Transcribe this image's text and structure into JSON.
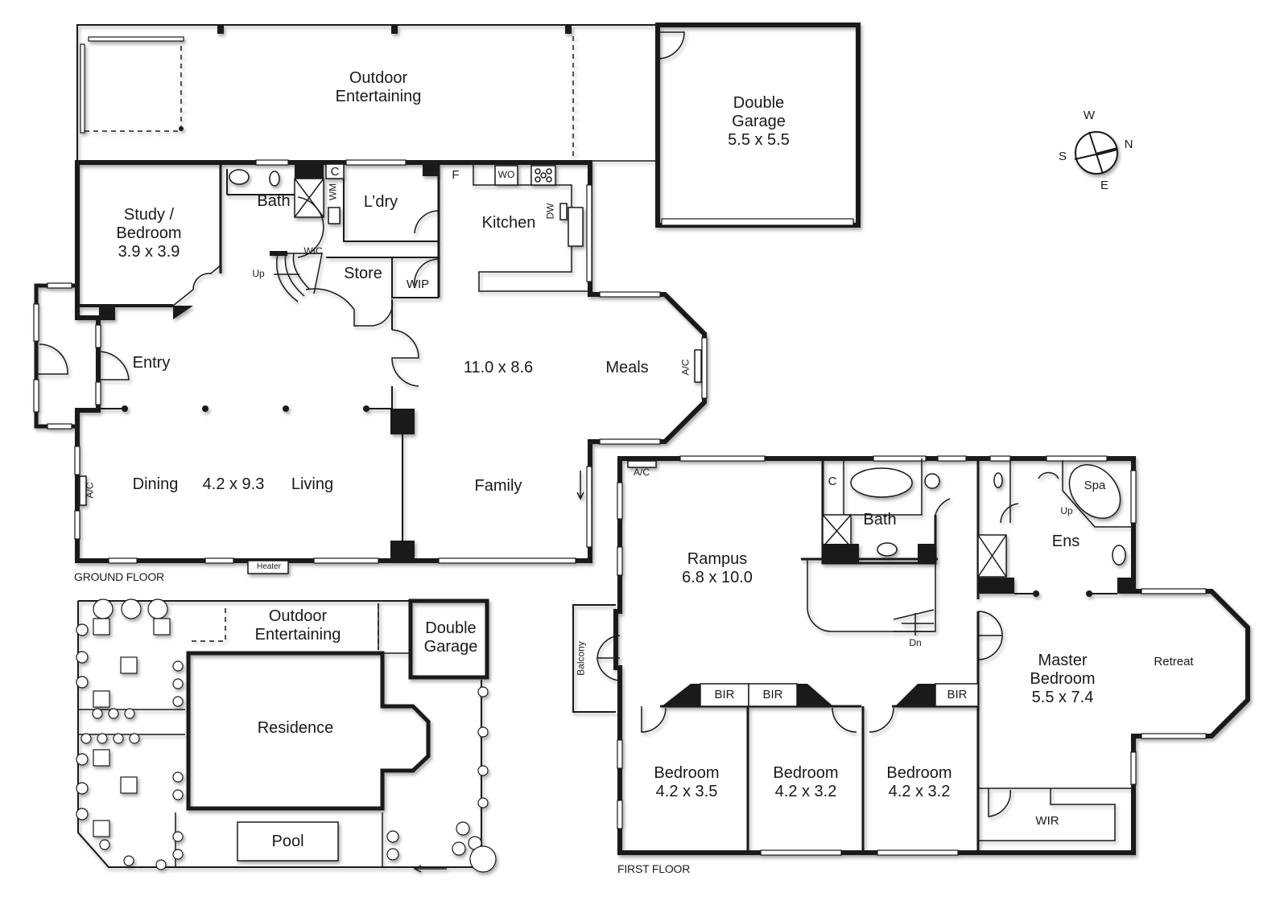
{
  "plans": {
    "ground_floor": {
      "caption": "GROUND FLOOR",
      "rooms": {
        "outdoor_entertaining": {
          "name": "Outdoor",
          "name2": "Entertaining"
        },
        "double_garage": {
          "name": "Double",
          "name2": "Garage",
          "size": "5.5 x 5.5"
        },
        "study": {
          "name": "Study /",
          "name2": "Bedroom",
          "size": "3.9 x 3.9"
        },
        "bath": {
          "name": "Bath"
        },
        "laundry": {
          "name": "L’dry"
        },
        "kitchen": {
          "name": "Kitchen"
        },
        "store": {
          "name": "Store"
        },
        "wip": {
          "name": "WIP"
        },
        "wic": {
          "name": "WIC"
        },
        "entry": {
          "name": "Entry"
        },
        "dining": {
          "name": "Dining"
        },
        "dining_living_size": {
          "size": "4.2 x 9.3"
        },
        "living": {
          "name": "Living"
        },
        "family_meals_size": {
          "size": "11.0 x 8.6"
        },
        "meals": {
          "name": "Meals"
        },
        "family": {
          "name": "Family"
        }
      },
      "fixtures": {
        "c": "C",
        "wm": "WM",
        "f": "F",
        "wo": "WO",
        "dw": "DW",
        "ac_west": "A/C",
        "ac_meals": "A/C",
        "heater": "Heater",
        "stairs_up": "Up"
      }
    },
    "first_floor": {
      "caption": "FIRST FLOOR",
      "rooms": {
        "rampus": {
          "name": "Rampus",
          "size": "6.8 x 10.0"
        },
        "bath": {
          "name": "Bath"
        },
        "ens": {
          "name": "Ens"
        },
        "spa": {
          "name": "Spa"
        },
        "master": {
          "name": "Master",
          "name2": "Bedroom",
          "size": "5.5 x 7.4"
        },
        "retreat": {
          "name": "Retreat"
        },
        "wir": {
          "name": "WIR"
        },
        "balcony": {
          "name": "Balcony"
        },
        "bedroom1": {
          "name": "Bedroom",
          "size": "4.2 x 3.5"
        },
        "bedroom2": {
          "name": "Bedroom",
          "size": "4.2 x 3.2"
        },
        "bedroom3": {
          "name": "Bedroom",
          "size": "4.2 x 3.2"
        }
      },
      "fixtures": {
        "ac": "A/C",
        "c": "C",
        "bir1": "BIR",
        "bir2": "BIR",
        "bir3": "BIR",
        "stairs_dn": "Dn",
        "spa_up": "Up"
      }
    },
    "site_plan": {
      "rooms": {
        "outdoor_entertaining": {
          "name": "Outdoor",
          "name2": "Entertaining"
        },
        "double_garage": {
          "name": "Double",
          "name2": "Garage"
        },
        "residence": {
          "name": "Residence"
        },
        "pool": {
          "name": "Pool"
        }
      }
    }
  },
  "compass": {
    "north": "N",
    "south": "S",
    "east": "E",
    "west": "W"
  }
}
